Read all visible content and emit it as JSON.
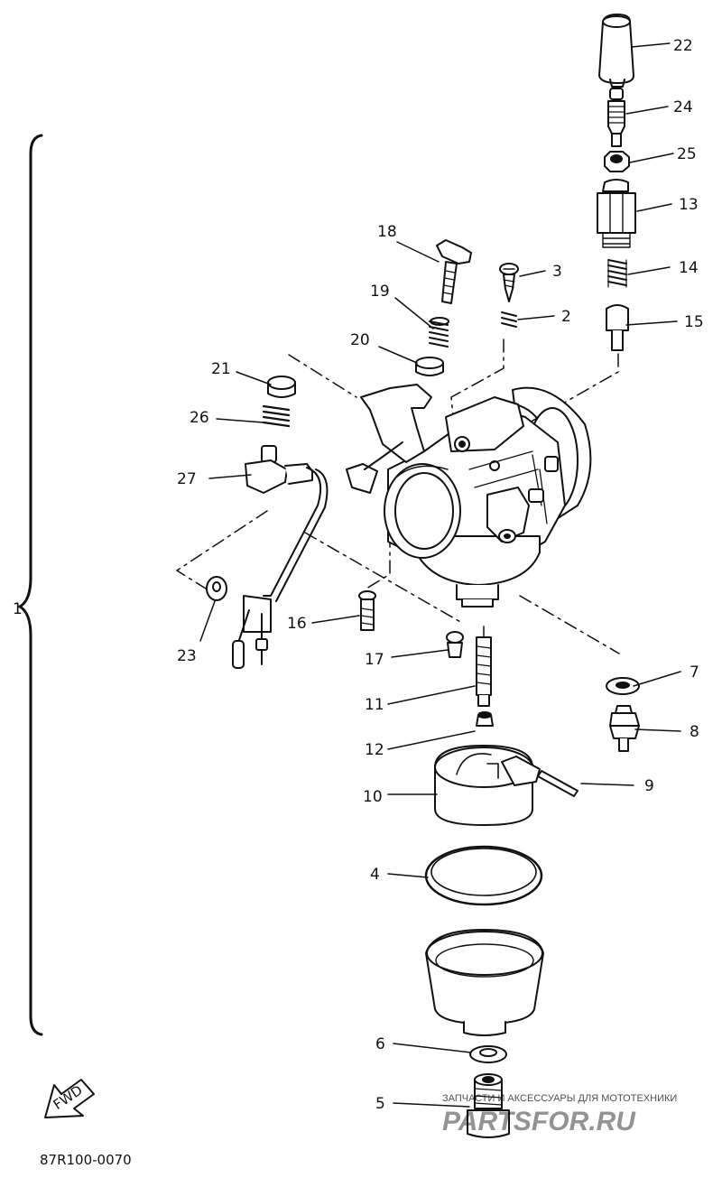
{
  "diagram": {
    "code": "87R100-0070",
    "assembly_label": "1",
    "fwd_label": "FWD",
    "callouts": {
      "c1": "1",
      "c2": "2",
      "c3": "3",
      "c4": "4",
      "c5": "5",
      "c6": "6",
      "c7": "7",
      "c8": "8",
      "c9": "9",
      "c10": "10",
      "c11": "11",
      "c12": "12",
      "c13": "13",
      "c14": "14",
      "c15": "15",
      "c16": "16",
      "c17": "17",
      "c18": "18",
      "c19": "19",
      "c20": "20",
      "c21": "21",
      "c22": "22",
      "c23": "23",
      "c24": "24",
      "c25": "25",
      "c26": "26",
      "c27": "27"
    }
  },
  "watermark": {
    "tagline": "ЗАПЧАСТИ И АКСЕССУАРЫ ДЛЯ МОТОТЕХНИКИ",
    "brand": "PARTSFOR.RU",
    "color": "#d81e2a"
  },
  "colors": {
    "ink": "#111111",
    "background": "#ffffff"
  }
}
